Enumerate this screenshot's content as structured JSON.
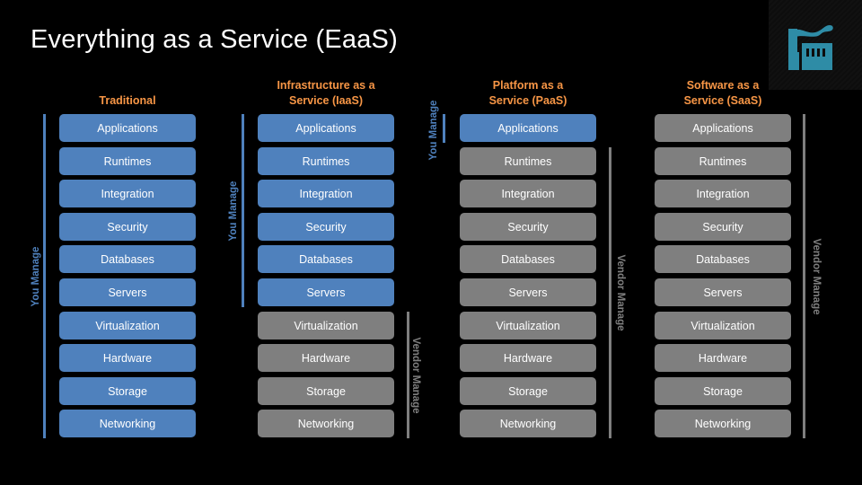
{
  "title": "Everything as a Service (EaaS)",
  "icon": "factory-icon",
  "colors": {
    "you_manage": "#4f81bd",
    "vendor_manage": "#7f7f7f",
    "heading": "#f79646",
    "icon": "#2e8ca6"
  },
  "labels": {
    "you_manage": "You Manage",
    "vendor_manage": "Vendor Manage"
  },
  "layers": [
    "Applications",
    "Runtimes",
    "Integration",
    "Security",
    "Databases",
    "Servers",
    "Virtualization",
    "Hardware",
    "Storage",
    "Networking"
  ],
  "columns": [
    {
      "heading": "Traditional",
      "you_manage_count": 10,
      "layers": [
        "Applications",
        "Runtimes",
        "Integration",
        "Security",
        "Databases",
        "Servers",
        "Virtualization",
        "Hardware",
        "Storage",
        "Networking"
      ]
    },
    {
      "heading": "Infrastructure as a Service (IaaS)",
      "heading_lines": [
        "Infrastructure as a",
        "Service (IaaS)"
      ],
      "you_manage_count": 6,
      "layers": [
        "Applications",
        "Runtimes",
        "Integration",
        "Security",
        "Databases",
        "Servers",
        "Virtualization",
        "Hardware",
        "Storage",
        "Networking"
      ]
    },
    {
      "heading": "Platform as a Service (PaaS)",
      "heading_lines": [
        "Platform as a",
        "Service (PaaS)"
      ],
      "you_manage_count": 1,
      "layers": [
        "Applications",
        "Runtimes",
        "Integration",
        "Security",
        "Databases",
        "Servers",
        "Virtualization",
        "Hardware",
        "Storage",
        "Networking"
      ]
    },
    {
      "heading": "Software as a Service (SaaS)",
      "heading_lines": [
        "Software as a",
        "Service (SaaS)"
      ],
      "you_manage_count": 0,
      "layers": [
        "Applications",
        "Runtimes",
        "Integration",
        "Security",
        "Databases",
        "Servers",
        "Virtualization",
        "Hardware",
        "Storage",
        "Networking"
      ]
    }
  ]
}
